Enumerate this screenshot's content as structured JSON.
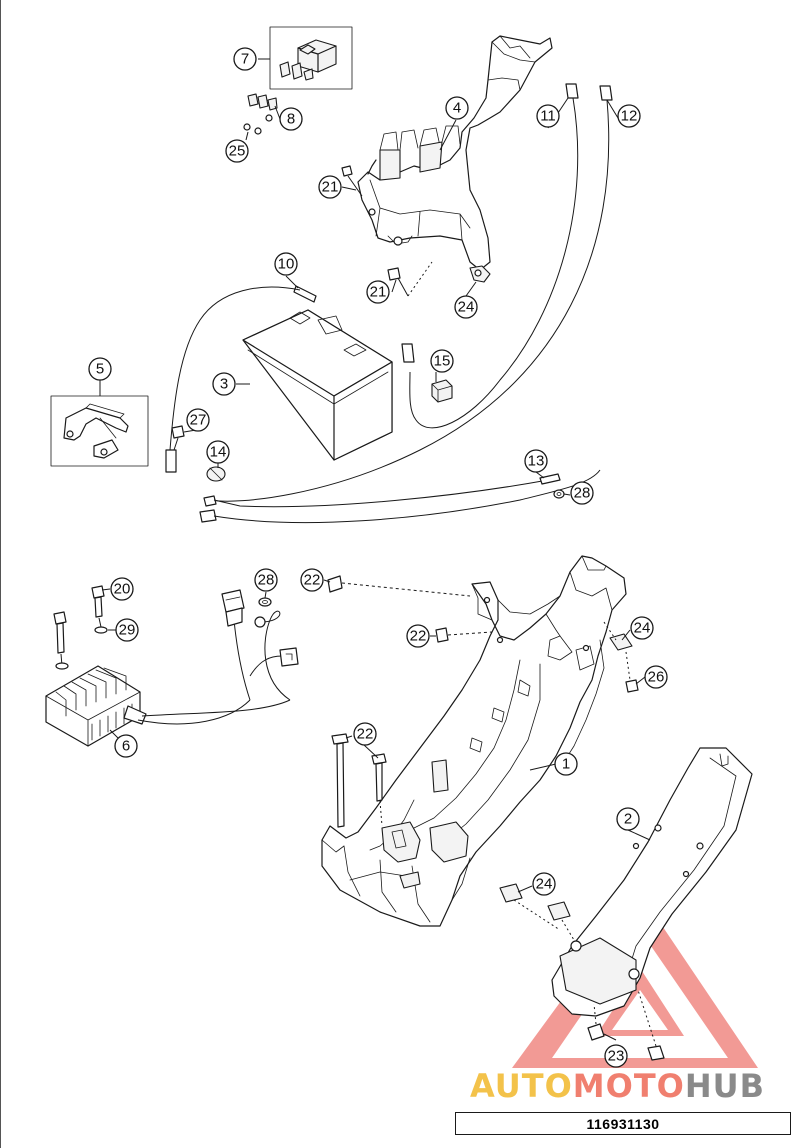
{
  "diagram": {
    "document_number": "116931130",
    "watermark": {
      "part1": "AUTO",
      "part2": "MOTO",
      "part3": "HUB",
      "colors": {
        "part1": "#f3c24a",
        "part2": "#f07f6f",
        "part3": "#8a8a8a",
        "triangle": "#e8483f"
      }
    },
    "callouts": {
      "c1": "1",
      "c2": "2",
      "c3": "3",
      "c4": "4",
      "c5": "5",
      "c6": "6",
      "c7": "7",
      "c8": "8",
      "c10": "10",
      "c11": "11",
      "c12": "12",
      "c13": "13",
      "c14": "14",
      "c15": "15",
      "c20": "20",
      "c21a": "21",
      "c21b": "21",
      "c22a": "22",
      "c22b": "22",
      "c22c": "22",
      "c23": "23",
      "c24a": "24",
      "c24b": "24",
      "c24c": "24",
      "c25": "25",
      "c26": "26",
      "c27": "27",
      "c28a": "28",
      "c28b": "28",
      "c29": "29"
    }
  }
}
